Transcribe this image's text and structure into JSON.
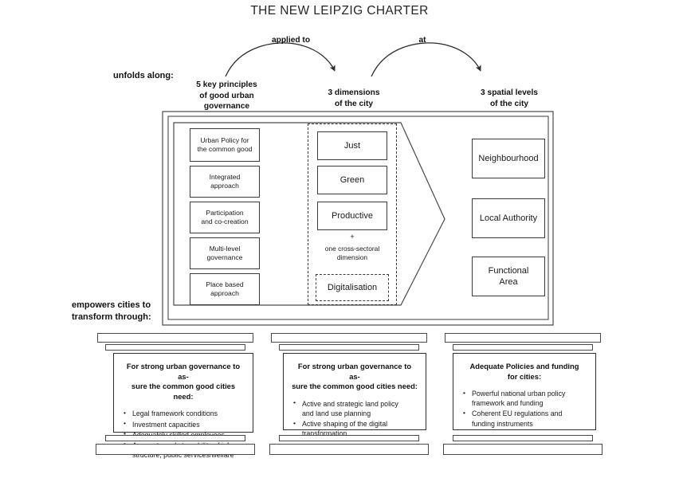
{
  "title": "THE NEW LEIPZIG CHARTER",
  "side_labels": {
    "unfolds": "unfolds along:",
    "empowers": "empowers cities to\ntransform through:"
  },
  "arcs": [
    {
      "id": "applied-to",
      "label": "applied to"
    },
    {
      "id": "at",
      "label": "at"
    }
  ],
  "stages": {
    "principles": "5 key principles\nof good urban\ngovernance",
    "dimensions": "3 dimensions\nof the city",
    "levels": "3 spatial levels\nof the city"
  },
  "principles": [
    "Urban Policy for\nthe common good",
    "Integrated\napproach",
    "Participation\nand co-creation",
    "Multi-level\ngovernance",
    "Place based\napproach"
  ],
  "dimensions": {
    "boxes": [
      "Just",
      "Green",
      "Productive"
    ],
    "plus": "+",
    "note": "one cross-sectoral\ndimension",
    "cross_sectoral": "Digitalisation"
  },
  "levels": [
    "Neighbourhood",
    "Local Authority",
    "Functional\nArea"
  ],
  "pillars": [
    {
      "id": "governance-pillar",
      "heading": "For strong urban governance to as-\nsure the common good cities need:",
      "items": [
        "Legal framework conditions",
        "Investment capacities",
        "Adequately skilled employees",
        "Access to and steerability of infra-\nstructure, public services/welfare"
      ]
    },
    {
      "id": "land-policy-pillar",
      "heading": "For strong urban governance to as-\nsure the common good cities need:",
      "items": [
        "Active and strategic land policy\nand land use planning",
        "Active shaping of the digital\ntransformation"
      ]
    },
    {
      "id": "funding-pillar",
      "heading": "Adequate Policies and funding\nfor cities:",
      "items": [
        "Powerful national urban policy\nframework and funding",
        "Coherent EU regulations and\nfunding instruments"
      ]
    }
  ],
  "colors": {
    "background": "#ffffff",
    "stroke": "#3a3a3a",
    "text": "#1a1a1a",
    "title": "#262626"
  }
}
